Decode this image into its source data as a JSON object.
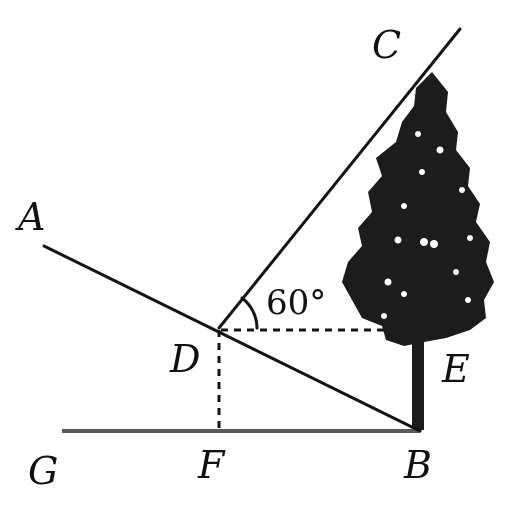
{
  "points": {
    "A": "A",
    "B": "B",
    "C": "C",
    "D": "D",
    "E": "E",
    "F": "F",
    "G": "G"
  },
  "angle": {
    "value": "60°"
  },
  "colors": {
    "ink": "#141414",
    "ground": "#5a5a5a",
    "tree": "#1c1c1c"
  }
}
